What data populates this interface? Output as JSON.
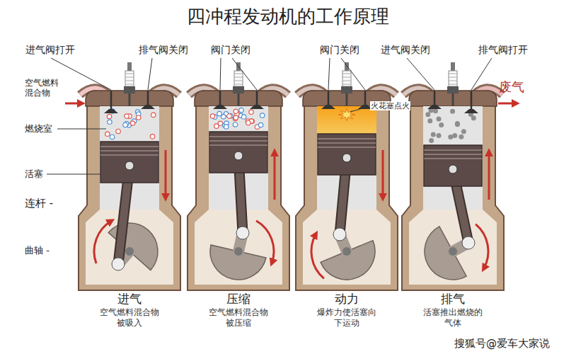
{
  "diagram": {
    "title": "四冲程发动机的工作原理",
    "nodes": [
      {
        "text": [
          "进气",
          "空气燃料混合物 被吸入"
        ]
      },
      {
        "text": [
          "压缩",
          "空气燃料混合物 被压缩"
        ]
      },
      {
        "text": [
          "动力",
          "爆炸力使活塞向 下运动"
        ]
      },
      {
        "text": [
          "排气",
          "活塞推出燃烧的 气体"
        ]
      }
    ],
    "labels": [
      "进气阀打开",
      "排气阀关闭",
      "阀门关闭",
      "阀门关闭",
      "进气阀关闭",
      "排气阀打开",
      "空气燃料 混合物",
      "燃烧室",
      "活塞",
      "连杆 -",
      "曲轴 -",
      "火花塞点火",
      "废气",
      "搜狐号@爱车大家说"
    ]
  }
}
